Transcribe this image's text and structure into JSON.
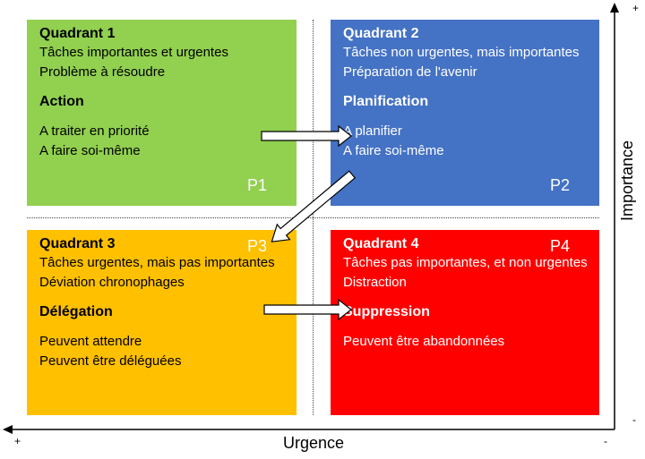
{
  "quadrants": [
    {
      "title": "Quadrant 1",
      "lines": [
        "Tâches importantes et urgentes",
        "Problème à résoudre"
      ],
      "action": "Action",
      "details": [
        "A traiter en priorité",
        "A faire soi-même"
      ],
      "label": "P1",
      "color": "#92d050"
    },
    {
      "title": "Quadrant 2",
      "lines": [
        "Tâches non urgentes, mais importantes",
        "Préparation de l'avenir"
      ],
      "action": "Planification",
      "details": [
        "A planifier",
        "A faire soi-même"
      ],
      "label": "P2",
      "color": "#4472c4"
    },
    {
      "title": "Quadrant 3",
      "lines": [
        "Tâches urgentes, mais pas importantes",
        "Déviation chronophages"
      ],
      "action": "Délégation",
      "details": [
        "Peuvent attendre",
        "Peuvent être déléguées"
      ],
      "label": "P3",
      "color": "#ffc000"
    },
    {
      "title": "Quadrant 4",
      "lines": [
        "Tâches pas importantes, et non urgentes",
        "Distraction"
      ],
      "action": "Suppression",
      "details": [
        "Peuvent être abandonnées"
      ],
      "label": "P4",
      "color": "#ff0000"
    }
  ],
  "axes": {
    "x_label": "Urgence",
    "y_label": "Importance",
    "x_left_sign": "+",
    "x_right_sign": "-",
    "y_top_sign": "+",
    "y_bottom_sign": "-"
  }
}
